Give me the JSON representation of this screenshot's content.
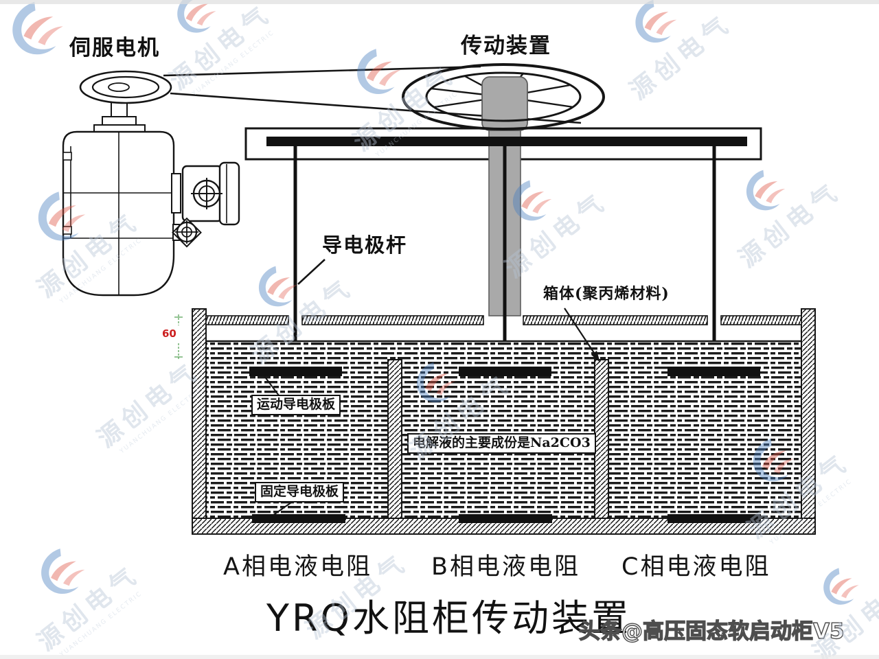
{
  "diagram": {
    "title": "YRQ水阻柜传动装置",
    "labels": {
      "servo_motor": "伺服电机",
      "transmission": "传动装置",
      "electrode_rod": "导电极杆",
      "tank_body": "箱体(聚丙烯材料)",
      "moving_plate": "运动导电极板",
      "electrolyte": "电解液的主要成份是Na2CO3",
      "fixed_plate": "固定导电极板",
      "tank_a": "A相电液电阻",
      "tank_b": "B相电液电阻",
      "tank_c": "C相电液电阻"
    },
    "dimension_value": "60"
  },
  "watermark": {
    "text": "源创电气",
    "subtext": "YUANCHUANG ELECTRIC"
  },
  "signature": {
    "text": "头条@高压固态软启动柜V5"
  },
  "colors": {
    "line": "#151515",
    "shaft_gray": "#a9a9a9",
    "dimension_red": "#cc2020",
    "dimension_green": "#4f9e4f",
    "watermark_blue": "#4a7fc1",
    "watermark_red": "#e05545"
  }
}
